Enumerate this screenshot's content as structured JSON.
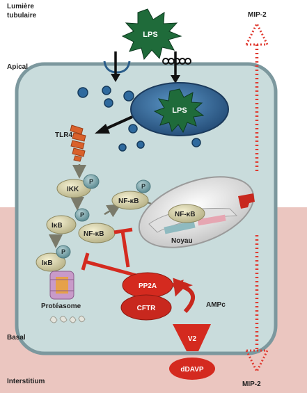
{
  "regions": {
    "lumen_line1": "Lumière",
    "lumen_line2": "tubulaire",
    "apical": "Apical",
    "basal": "Basal",
    "interstitium": "Interstitium"
  },
  "labels": {
    "lps_outside": "LPS",
    "lps_endosome": "LPS",
    "tlr4": "TLR4",
    "ikk": "IKK",
    "p": "P",
    "ikb": "IκB",
    "nfkb": "NF-κB",
    "noyau": "Noyau",
    "proteasome": "Protéasome",
    "pp2a": "PP2A",
    "cftr": "CFTR",
    "ampc": "AMPc",
    "v2": "V2",
    "ddavp": "dDAVP",
    "mip2_top": "MIP-2",
    "mip2_bottom": "MIP-2"
  },
  "colors": {
    "lumen_bg": "#ffffff",
    "interstitium_bg": "#ebc6c0",
    "cell_fill": "#c9dcdc",
    "cell_border": "#6f8f95",
    "lps_star": "#1f6b3a",
    "vesicle": "#2f6a9e",
    "ikk_bubble": "#d9d4a7",
    "p_bubble": "#7ea7ad",
    "red": "#c8281e",
    "tlr4": "#d9612b"
  }
}
